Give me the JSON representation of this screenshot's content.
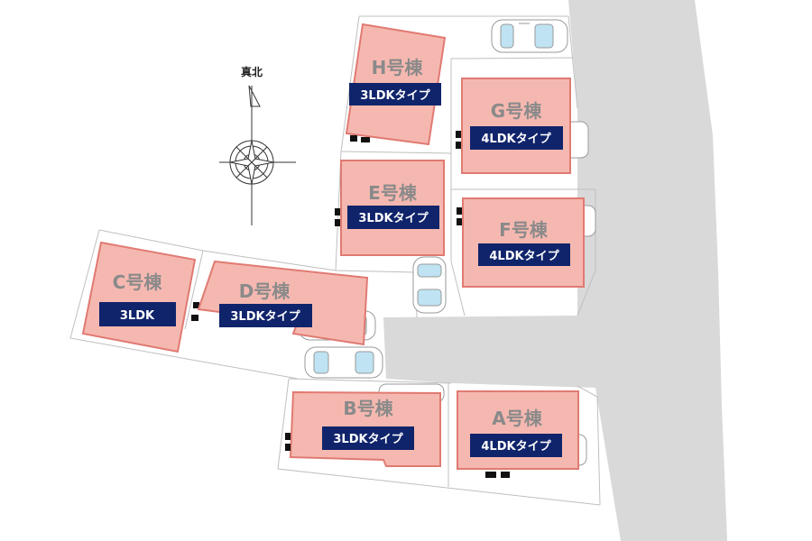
{
  "compass": {
    "label": "真北"
  },
  "houses": [
    {
      "id": "H",
      "name": "H号棟",
      "plan": "3LDKタイプ"
    },
    {
      "id": "G",
      "name": "G号棟",
      "plan": "4LDKタイプ"
    },
    {
      "id": "E",
      "name": "E号棟",
      "plan": "3LDKタイプ"
    },
    {
      "id": "F",
      "name": "F号棟",
      "plan": "4LDKタイプ"
    },
    {
      "id": "C",
      "name": "C号棟",
      "plan": "3LDK"
    },
    {
      "id": "D",
      "name": "D号棟",
      "plan": "3LDKタイプ"
    },
    {
      "id": "B",
      "name": "B号棟",
      "plan": "3LDKタイプ"
    },
    {
      "id": "A",
      "name": "A号棟",
      "plan": "4LDKタイプ"
    }
  ],
  "colors": {
    "road": "#d9d9d9",
    "house_fill": "#f5b8b0",
    "house_stroke": "#e07a72",
    "plan_badge": "#10246b",
    "lot_line": "#bfbfbf",
    "car_glass": "#bfe3f2"
  }
}
